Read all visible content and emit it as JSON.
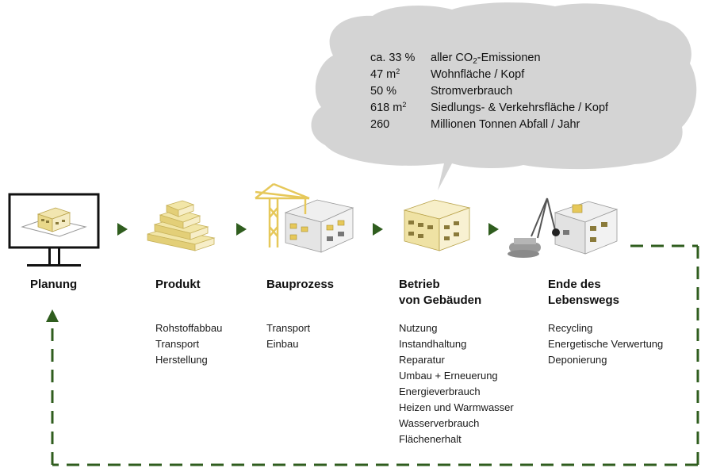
{
  "cloud": {
    "rows": [
      {
        "value": "ca. 33 %",
        "label_pre": "aller CO",
        "label_sub": "2",
        "label_post": "-Emissionen"
      },
      {
        "value_pre": "47 m",
        "value_sup": "2",
        "label": "Wohnfläche / Kopf"
      },
      {
        "value": "50 %",
        "label": "Stromverbrauch"
      },
      {
        "value_pre": "618 m",
        "value_sup": "2",
        "label": "Siedlungs- & Verkehrsfläche / Kopf"
      },
      {
        "value": "260",
        "label": "Millionen Tonnen Abfall / Jahr"
      }
    ]
  },
  "stages": [
    {
      "title_lines": [
        "Planung"
      ],
      "items": []
    },
    {
      "title_lines": [
        "Produkt"
      ],
      "items": [
        "Rohstoffabbau",
        "Transport",
        "Herstellung"
      ]
    },
    {
      "title_lines": [
        "Bauprozess"
      ],
      "items": [
        "Transport",
        "Einbau"
      ]
    },
    {
      "title_lines": [
        "Betrieb",
        "von Gebäuden"
      ],
      "items": [
        "Nutzung",
        "Instandhaltung",
        "Reparatur",
        "Umbau + Erneuerung",
        "Energieverbrauch",
        "Heizen und Warmwasser",
        "Wasserverbrauch",
        "Flächenerhalt"
      ]
    },
    {
      "title_lines": [
        "Ende des",
        "Lebenswegs"
      ],
      "items": [
        "Recycling",
        "Energetische Verwertung",
        "Deponierung"
      ]
    }
  ],
  "colors": {
    "arrow": "#2f5d1e",
    "dashed_line": "#2f5d1e",
    "cloud": "#d4d4d4",
    "building": "#f2e6b0",
    "building_stroke": "#b8a24a",
    "crane": "#e6c85a",
    "grey_building": "#e3e3e3",
    "monitor": "#111111"
  },
  "icons": [
    "monitor-icon",
    "bricks-icon",
    "crane-building-icon",
    "building-icon",
    "demolition-icon"
  ]
}
